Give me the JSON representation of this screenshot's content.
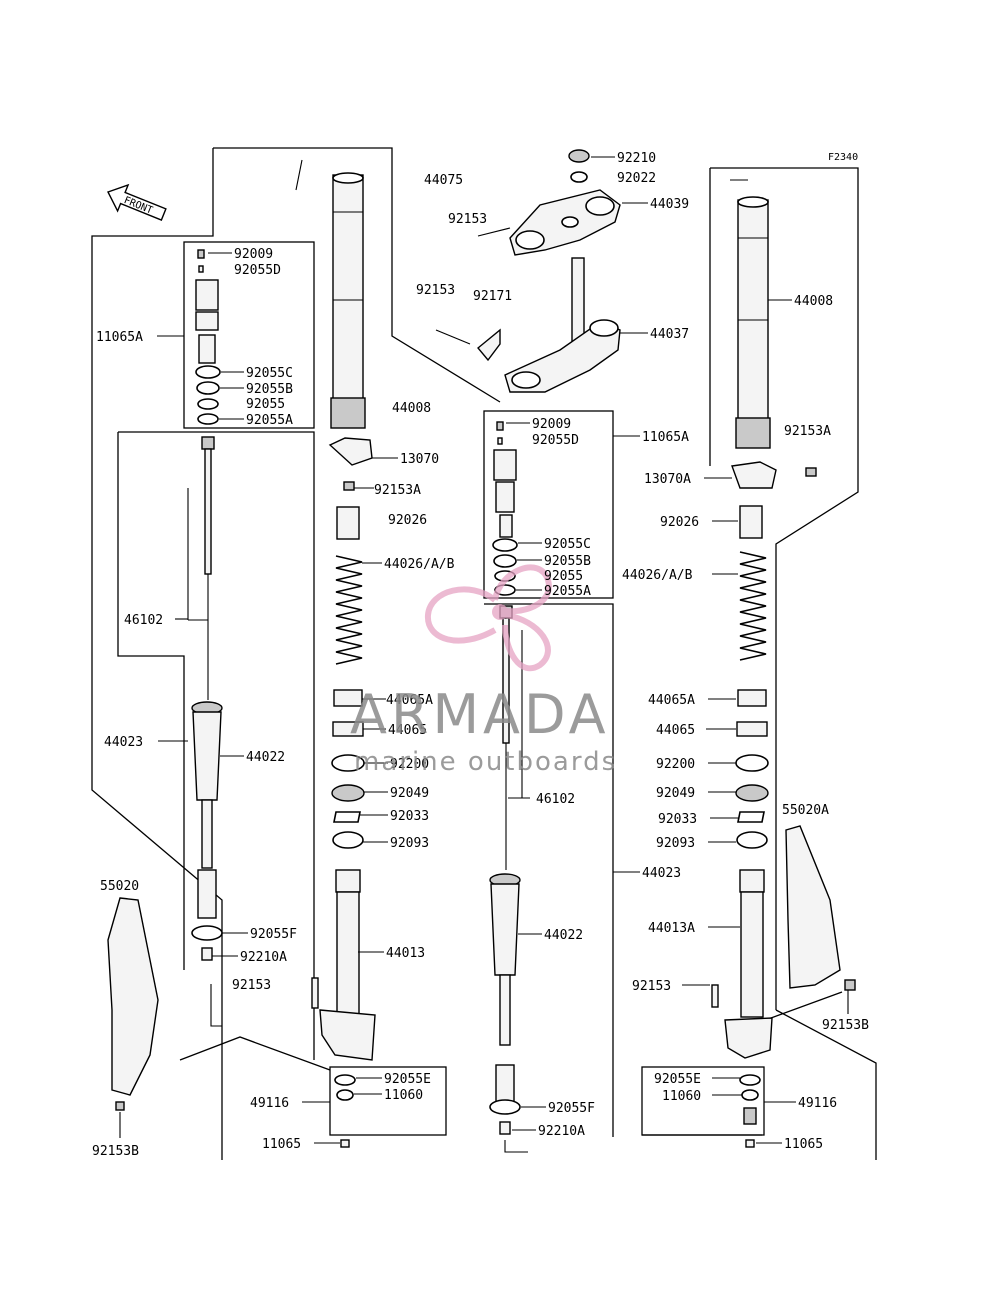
{
  "diagram": {
    "code": "F2340",
    "front_label": "FRONT",
    "labels": {
      "l44075": "44075",
      "l92210": "92210",
      "l92022": "92022",
      "l44039": "44039",
      "l92153_top": "92153",
      "l92153_mid": "92153",
      "l92171": "92171",
      "l44037": "44037",
      "l44008_l": "44008",
      "l44008_r": "44008",
      "l92009_l": "92009",
      "l92055D_l": "92055D",
      "l11065A_l": "11065A",
      "l92055C_l": "92055C",
      "l92055B_l": "92055B",
      "l92055_l": "92055",
      "l92055A_l": "92055A",
      "l13070": "13070",
      "l92153A_l": "92153A",
      "l92026_l": "92026",
      "l44026_l": "44026/A/B",
      "l46102_l": "46102",
      "l44065A_l": "44065A",
      "l44065_l": "44065",
      "l92200_l": "92200",
      "l92049_l": "92049",
      "l92033_l": "92033",
      "l92093_l": "92093",
      "l44013": "44013",
      "l44023_l": "44023",
      "l44022_l": "44022",
      "l55020": "55020",
      "l92055F_l": "92055F",
      "l92210A_l": "92210A",
      "l92153_bl": "92153",
      "l92055E_l": "92055E",
      "l11060_l": "11060",
      "l49116_l": "49116",
      "l11065_l": "11065",
      "l92153B_l": "92153B",
      "l92009_c": "92009",
      "l92055D_c": "92055D",
      "l11065A_c": "11065A",
      "l92055C_c": "92055C",
      "l92055B_c": "92055B",
      "l92055_c": "92055",
      "l92055A_c": "92055A",
      "l46102_c": "46102",
      "l44023_c": "44023",
      "l44022_c": "44022",
      "l92055F_c": "92055F",
      "l92210A_c": "92210A",
      "l92153A_r": "92153A",
      "l13070A": "13070A",
      "l92026_r": "92026",
      "l44026_r": "44026/A/B",
      "l44065A_r": "44065A",
      "l44065_r": "44065",
      "l92200_r": "92200",
      "l92049_r": "92049",
      "l92033_r": "92033",
      "l92093_r": "92093",
      "l55020A": "55020A",
      "l44013A": "44013A",
      "l92153_br": "92153",
      "l92153B_r": "92153B",
      "l92055E_r": "92055E",
      "l11060_r": "11060",
      "l49116_r": "49116",
      "l11065_r": "11065"
    }
  },
  "watermark": {
    "brand": "ARMADA",
    "tagline": "marine outboards",
    "color": "#e6a3c4"
  }
}
